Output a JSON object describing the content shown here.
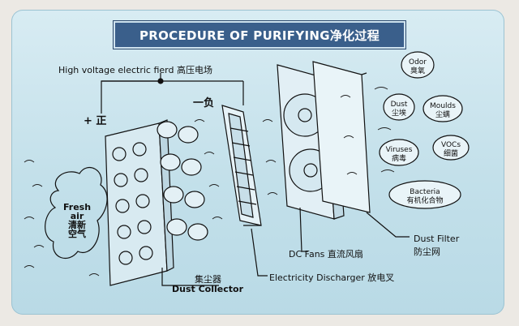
{
  "banner": {
    "title": "PROCEDURE OF PURIFYING净化过程"
  },
  "labels": {
    "high_voltage": "High voltage electric fierd  高压电场",
    "positive": "+ 正",
    "negative": "一负",
    "fresh_air_line1": "Fresh",
    "fresh_air_line2": "air",
    "fresh_air_line3": "清新",
    "fresh_air_line4": "空气",
    "collector_cn": "集尘器",
    "collector_en": "Dust Collector",
    "discharger": "Electricity Discharger 放电叉",
    "fans": "DC Fans 直流风扇",
    "filter_en": "Dust Filter",
    "filter_cn": "防尘网"
  },
  "pollutants": [
    {
      "en": "Odor",
      "cn": "臭氧"
    },
    {
      "en": "Dust",
      "cn": "尘埃"
    },
    {
      "en": "Moulds",
      "cn": "尘螨"
    },
    {
      "en": "VOCs",
      "cn": "细菌"
    },
    {
      "en": "Viruses",
      "cn": "病毒"
    },
    {
      "en": "Bacteria",
      "cn": "有机化合物"
    }
  ],
  "colors": {
    "banner": "#3a5f8b",
    "panel": "#c3e0ea",
    "ink": "#111111"
  }
}
